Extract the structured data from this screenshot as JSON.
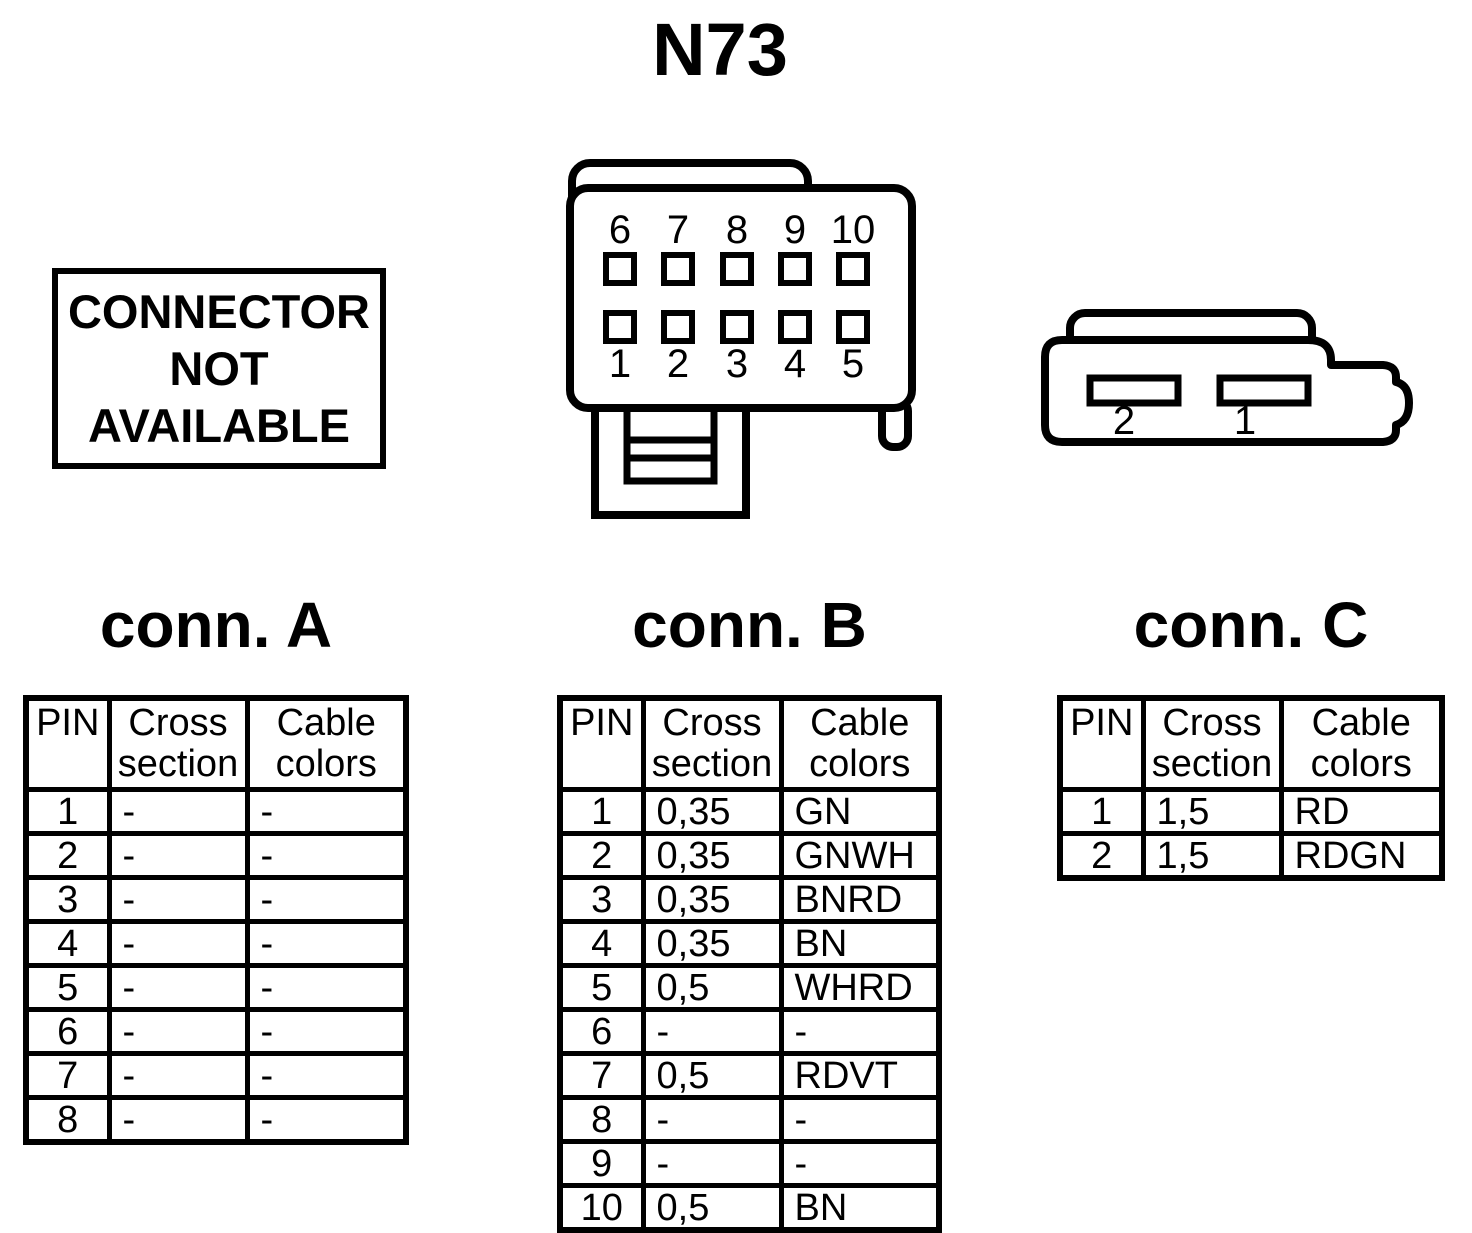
{
  "title": "N73",
  "notice_box": {
    "lines": [
      "CONNECTOR",
      "NOT",
      "AVAILABLE"
    ]
  },
  "connector_b_drawing": {
    "top_pins": [
      "6",
      "7",
      "8",
      "9",
      "10"
    ],
    "bottom_pins": [
      "1",
      "2",
      "3",
      "4",
      "5"
    ]
  },
  "connector_c_drawing": {
    "slot_labels": [
      "2",
      "1"
    ]
  },
  "tables": {
    "conn_a": {
      "title": "conn. A",
      "headers": [
        "PIN",
        "Cross section",
        "Cable colors"
      ],
      "rows": [
        [
          "1",
          "-",
          "-"
        ],
        [
          "2",
          "-",
          "-"
        ],
        [
          "3",
          "-",
          "-"
        ],
        [
          "4",
          "-",
          "-"
        ],
        [
          "5",
          "-",
          "-"
        ],
        [
          "6",
          "-",
          "-"
        ],
        [
          "7",
          "-",
          "-"
        ],
        [
          "8",
          "-",
          "-"
        ]
      ]
    },
    "conn_b": {
      "title": "conn. B",
      "headers": [
        "PIN",
        "Cross section",
        "Cable colors"
      ],
      "rows": [
        [
          "1",
          "0,35",
          "GN"
        ],
        [
          "2",
          "0,35",
          "GNWH"
        ],
        [
          "3",
          "0,35",
          "BNRD"
        ],
        [
          "4",
          "0,35",
          "BN"
        ],
        [
          "5",
          "0,5",
          "WHRD"
        ],
        [
          "6",
          "-",
          "-"
        ],
        [
          "7",
          "0,5",
          "RDVT"
        ],
        [
          "8",
          "-",
          "-"
        ],
        [
          "9",
          "-",
          "-"
        ],
        [
          "10",
          "0,5",
          "BN"
        ]
      ]
    },
    "conn_c": {
      "title": "conn. C",
      "headers": [
        "PIN",
        "Cross section",
        "Cable colors"
      ],
      "rows": [
        [
          "1",
          "1,5",
          "RD"
        ],
        [
          "2",
          "1,5",
          "RDGN"
        ]
      ]
    }
  },
  "colors": {
    "outline": "#000000",
    "background": "#ffffff"
  }
}
